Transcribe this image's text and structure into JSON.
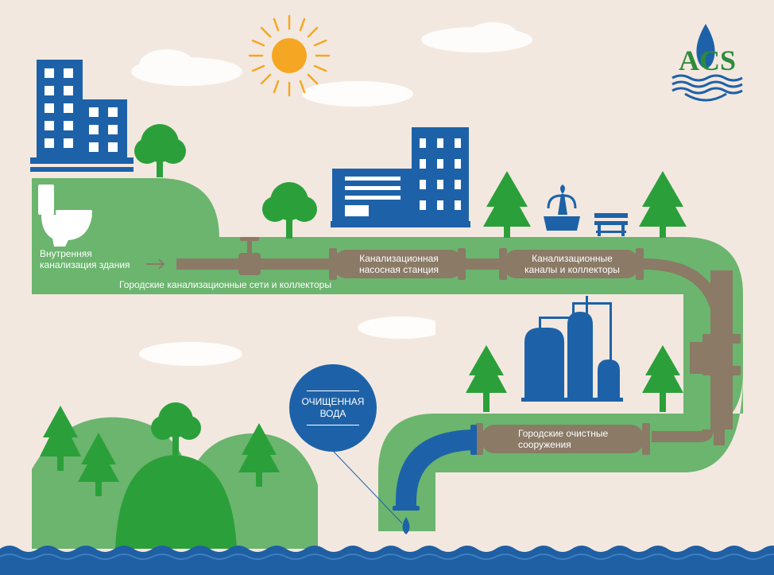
{
  "logo": {
    "text": "ACS"
  },
  "labels": {
    "building_internal": "Внутренняя\nканализация здания",
    "city_networks": "Городские канализационные сети и коллекторы",
    "pumping_station": "Канализационная\nнасосная станция",
    "sewer_channels": "Канализационные\nканалы и коллекторы",
    "treatment_plant": "Городские очистные\nсооружения",
    "treated_water": "ОЧИЩЕННАЯ\nВОДА"
  },
  "colors": {
    "background": "#f3e8e0",
    "green": "#6bb56e",
    "dark_green": "#2ba03a",
    "blue": "#1d62a8",
    "pipe_brown": "#8a7a66",
    "sun": "#f5a623",
    "water": "#1f5fa3"
  }
}
